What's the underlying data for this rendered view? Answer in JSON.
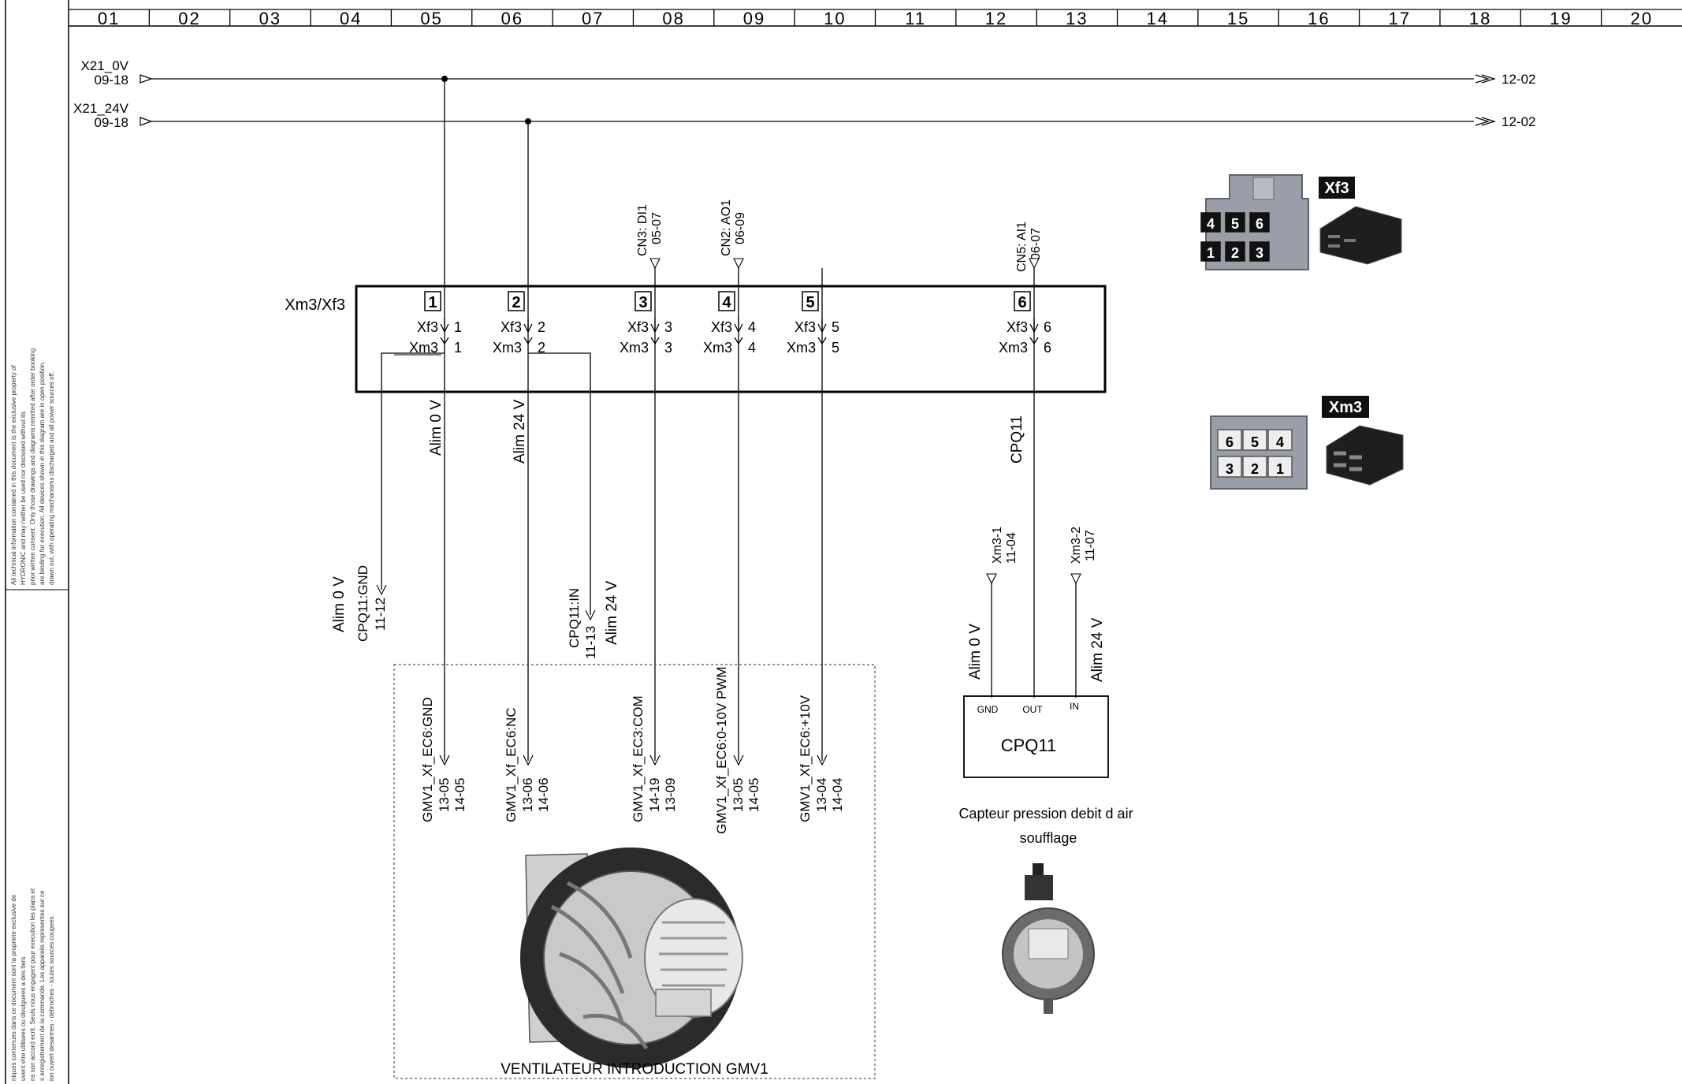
{
  "columns": [
    "01",
    "02",
    "03",
    "04",
    "05",
    "06",
    "07",
    "08",
    "09",
    "10",
    "11",
    "12",
    "13",
    "14",
    "15",
    "16",
    "17",
    "18",
    "19",
    "20"
  ],
  "disclaimer_en": [
    "All technical information  contained in  this document  is the exclusive property of",
    "HYDRONIC and may neither be used nor disclosed without its",
    "prior written consent. Only those drawings and diagrams remitted after order booking",
    "are binding for execution. All devices shown in this diagram are in open position,",
    "drawn out, with operating mechanisms discharged and all power sources off."
  ],
  "disclaimer_fr": [
    "niques contenues dans  ce document sont la  propriete exclusive de",
    "uvent etre utilisees ou divulguees a des tiers",
    "ns son accord ecrit. Seuls nous engagent pour execution les plans et",
    "s enregistrement de la commande. Les appareils representes sur ce",
    "ion ouvert desarmes - debroches - toutes sources coupees."
  ],
  "buses": [
    {
      "name": "X21_0V",
      "ref": "09-18",
      "dest": "12-02"
    },
    {
      "name": "X21_24V",
      "ref": "09-18",
      "dest": "12-02"
    }
  ],
  "connector_box": {
    "name": "Xm3/Xf3",
    "pins": [
      {
        "num": "1",
        "xf": "Xf3",
        "xf_pin": "1",
        "xm": "Xm3",
        "xm_pin": "1"
      },
      {
        "num": "2",
        "xf": "Xf3",
        "xf_pin": "2",
        "xm": "Xm3",
        "xm_pin": "2"
      },
      {
        "num": "3",
        "xf": "Xf3",
        "xf_pin": "3",
        "xm": "Xm3",
        "xm_pin": "3"
      },
      {
        "num": "4",
        "xf": "Xf3",
        "xf_pin": "4",
        "xm": "Xm3",
        "xm_pin": "4"
      },
      {
        "num": "5",
        "xf": "Xf3",
        "xf_pin": "5",
        "xm": "Xm3",
        "xm_pin": "5"
      },
      {
        "num": "6",
        "xf": "Xf3",
        "xf_pin": "6",
        "xm": "Xm3",
        "xm_pin": "6"
      }
    ]
  },
  "top_refs": [
    {
      "label": "CN3: DI1",
      "ref": "05-07"
    },
    {
      "label": "CN2: AO1",
      "ref": "06-09"
    },
    {
      "label": "CN5: AI1",
      "ref": "06-07"
    }
  ],
  "wire_labels": {
    "alim0v": "Alim 0 V",
    "alim24v": "Alim 24 V",
    "cpq11": "CPQ11"
  },
  "left_refs": [
    {
      "label1": "Alim 0 V",
      "label2": "CPQ11:GND",
      "ref": "11-12"
    },
    {
      "label1": "CPQ11:IN",
      "label2": "Alim 24 V",
      "ref": "11-13"
    }
  ],
  "fan_refs": [
    {
      "label": "GMV1_Xf_EC6:GND",
      "ref1": "13-05",
      "ref2": "14-05"
    },
    {
      "label": "GMV1_Xf_EC6:NC",
      "ref1": "13-06",
      "ref2": "14-06"
    },
    {
      "label": "GMV1_Xf_EC3:COM",
      "ref1": "14-19",
      "ref2": "13-09"
    },
    {
      "label": "GMV1_Xf_EC6:0-10V PWM",
      "ref1": "13-05",
      "ref2": "14-05"
    },
    {
      "label": "GMV1_Xf_EC6:+10V",
      "ref1": "13-04",
      "ref2": "14-04"
    }
  ],
  "fan_title": "VENTILATEUR INTRODUCTION GMV1",
  "sensor_refs": [
    {
      "label": "Xm3-1",
      "ref": "11-04",
      "wire": "Alim 0 V"
    },
    {
      "label": "Xm3-2",
      "ref": "11-07",
      "wire": "Alim 24 V"
    }
  ],
  "sensor": {
    "name": "CPQ11",
    "pins": [
      "GND",
      "OUT",
      "IN"
    ],
    "caption_line1": "Capteur pression debit d air",
    "caption_line2": "soufflage"
  },
  "xf3_connector": {
    "title": "Xf3",
    "top_pins": [
      "4",
      "5",
      "6"
    ],
    "bottom_pins": [
      "1",
      "2",
      "3"
    ]
  },
  "xm3_connector": {
    "title": "Xm3",
    "top_pins": [
      "6",
      "5",
      "4"
    ],
    "bottom_pins": [
      "3",
      "2",
      "1"
    ]
  },
  "colors": {
    "line": "#000000",
    "connector_grey": "#9a9ea8",
    "fan_dark": "#2b2b2b"
  }
}
